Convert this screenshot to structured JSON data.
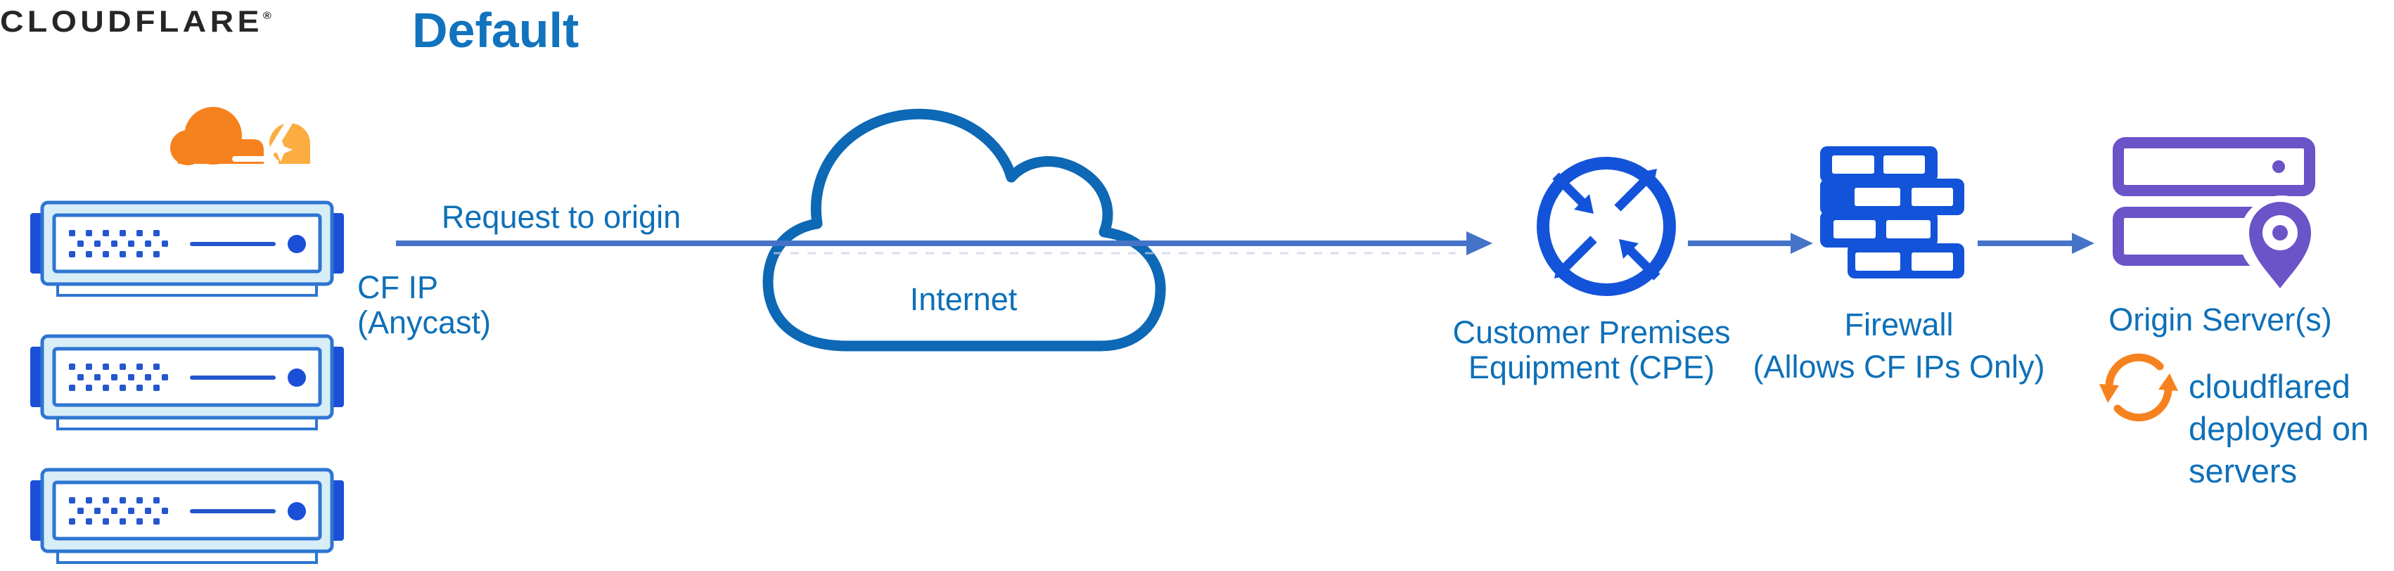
{
  "title": "Default",
  "logo": {
    "wordmark": "CLOUDFLARE",
    "registered": "®"
  },
  "flow": {
    "request_label": "Request to origin",
    "source_label_line1": "CF IP",
    "source_label_line2": "(Anycast)"
  },
  "nodes": {
    "cloudflare_edge": {
      "description_icon": "cloudflare-server-rack",
      "rack_count": 3
    },
    "internet": {
      "label": "Internet"
    },
    "cpe": {
      "label_line1": "Customer Premises",
      "label_line2": "Equipment (CPE)"
    },
    "firewall": {
      "label_line1": "Firewall",
      "label_line2": "(Allows CF IPs Only)"
    },
    "origin": {
      "label": "Origin Server(s)",
      "note_line1": "cloudflared",
      "note_line2": "deployed on",
      "note_line3": "servers"
    }
  },
  "colors": {
    "title_blue": "#1173bd",
    "label_blue": "#0e70b8",
    "arrow_slate_blue": "#4573c7",
    "icon_royal_blue": "#1353d9",
    "cloud_outline_blue": "#0d68b5",
    "server_fill_light": "#d8eef6",
    "server_border_blue": "#2e75d2",
    "server_accent_blue": "#2456ce",
    "server_tab_blue": "#1c4fd7",
    "origin_purple": "#6b53c8",
    "cloudflare_orange": "#f6821f",
    "cloudflare_orange_light": "#fbad41",
    "wordmark_dark": "#262626"
  },
  "icons": [
    "cloudflare-logo-cloud-icon",
    "server-rack-icon",
    "internet-cloud-icon",
    "router-cpe-icon",
    "firewall-bricks-icon",
    "origin-servers-icon",
    "location-pin-icon",
    "sync-refresh-icon",
    "flow-arrow-icon"
  ]
}
